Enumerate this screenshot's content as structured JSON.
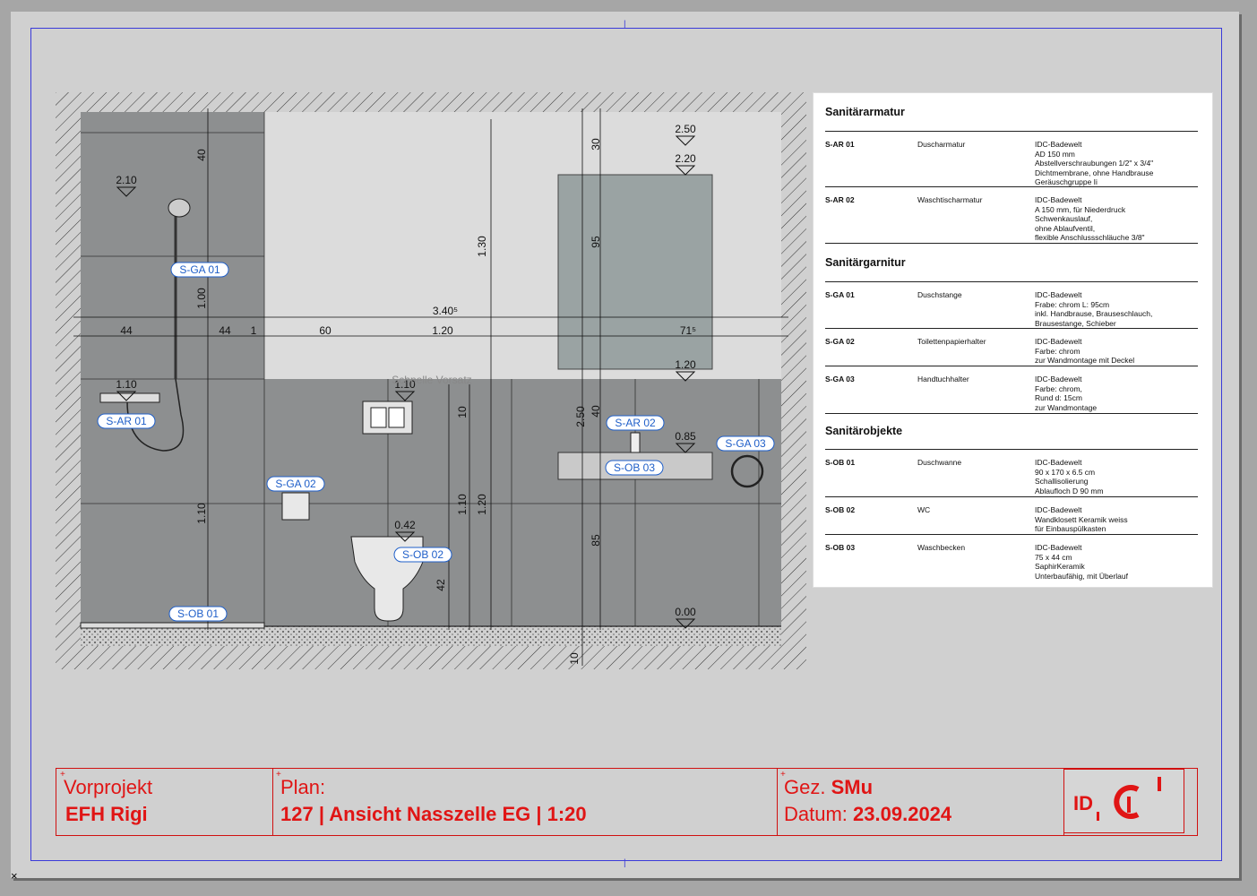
{
  "drawing": {
    "tags": [
      "S-GA 01",
      "S-AR 01",
      "S-OB 01",
      "S-GA 02",
      "S-OB 02",
      "S-AR 02",
      "S-OB 03",
      "S-GA 03"
    ],
    "levels": [
      "2.10",
      "1.10",
      "1.10",
      "0.42",
      "2.50",
      "2.20",
      "1.20",
      "0.85",
      "0.00"
    ],
    "dims": [
      "40",
      "1.00",
      "1.10",
      "44",
      "44",
      "1",
      "60",
      "1.20",
      "71⁵",
      "3.40⁵",
      "1.30",
      "10",
      "1.10",
      "1.20",
      "42",
      "30",
      "95",
      "40",
      "2.50",
      "85",
      "10"
    ],
    "label_vorsatz": "Schnelle Vorsatz"
  },
  "legend": {
    "sections": [
      {
        "title": "Sanitärarmatur",
        "items": [
          {
            "code": "S-AR 01",
            "name": "Duscharmatur",
            "desc": "IDC-Badewelt\nAD 150 mm\nAbstellverschraubungen 1/2\" x 3/4\"\nDichtmembrane, ohne Handbrause\nGeräuschgruppe Ii"
          },
          {
            "code": "S-AR 02",
            "name": "Waschtischarmatur",
            "desc": "IDC-Badewelt\nA 150 mm, für Niederdruck\nSchwenkauslauf,\nohne Ablaufventil,\nflexible Anschlussschläuche 3/8\""
          }
        ]
      },
      {
        "title": "Sanitärgarnitur",
        "items": [
          {
            "code": "S-GA 01",
            "name": "Duschstange",
            "desc": "IDC-Badewelt\nFrabe: chrom  L: 95cm\ninkl. Handbrause, Brauseschlauch,\nBrausestange, Schieber"
          },
          {
            "code": "S-GA 02",
            "name": "Toilettenpapierhalter",
            "desc": "IDC-Badewelt\nFarbe: chrom\nzur Wandmontage mit Deckel"
          },
          {
            "code": "S-GA 03",
            "name": "Handtuchhalter",
            "desc": "IDC-Badewelt\nFarbe: chrom,\nRund d: 15cm\nzur Wandmontage"
          }
        ]
      },
      {
        "title": "Sanitärobjekte",
        "items": [
          {
            "code": "S-OB 01",
            "name": "Duschwanne",
            "desc": "IDC-Badewelt\n90 x 170 x 6.5 cm\nSchallisolierung\nAblaufloch D 90 mm"
          },
          {
            "code": "S-OB 02",
            "name": "WC",
            "desc": "IDC-Badewelt\nWandklosett Keramik weiss\nfür Einbauspülkasten"
          },
          {
            "code": "S-OB 03",
            "name": "Waschbecken",
            "desc": "IDC-Badewelt\n75 x 44 cm\nSaphirKeramik\nUnterbaufähig, mit Überlauf"
          }
        ]
      }
    ]
  },
  "titleblock": {
    "phase": "Vorprojekt",
    "project": "EFH Rigi",
    "plan_label": "Plan:",
    "plan_title": "127 | Ansicht Nasszelle EG | 1:20",
    "drawn_label": "Gez.",
    "drawn_value": "SMu",
    "date_label": "Datum:",
    "date_value": "23.09.2024",
    "logo_text": "ID I C I"
  },
  "colors": {
    "accent": "#e01515",
    "frame": "#3a3ad9",
    "tag": "#1f5fc9"
  }
}
